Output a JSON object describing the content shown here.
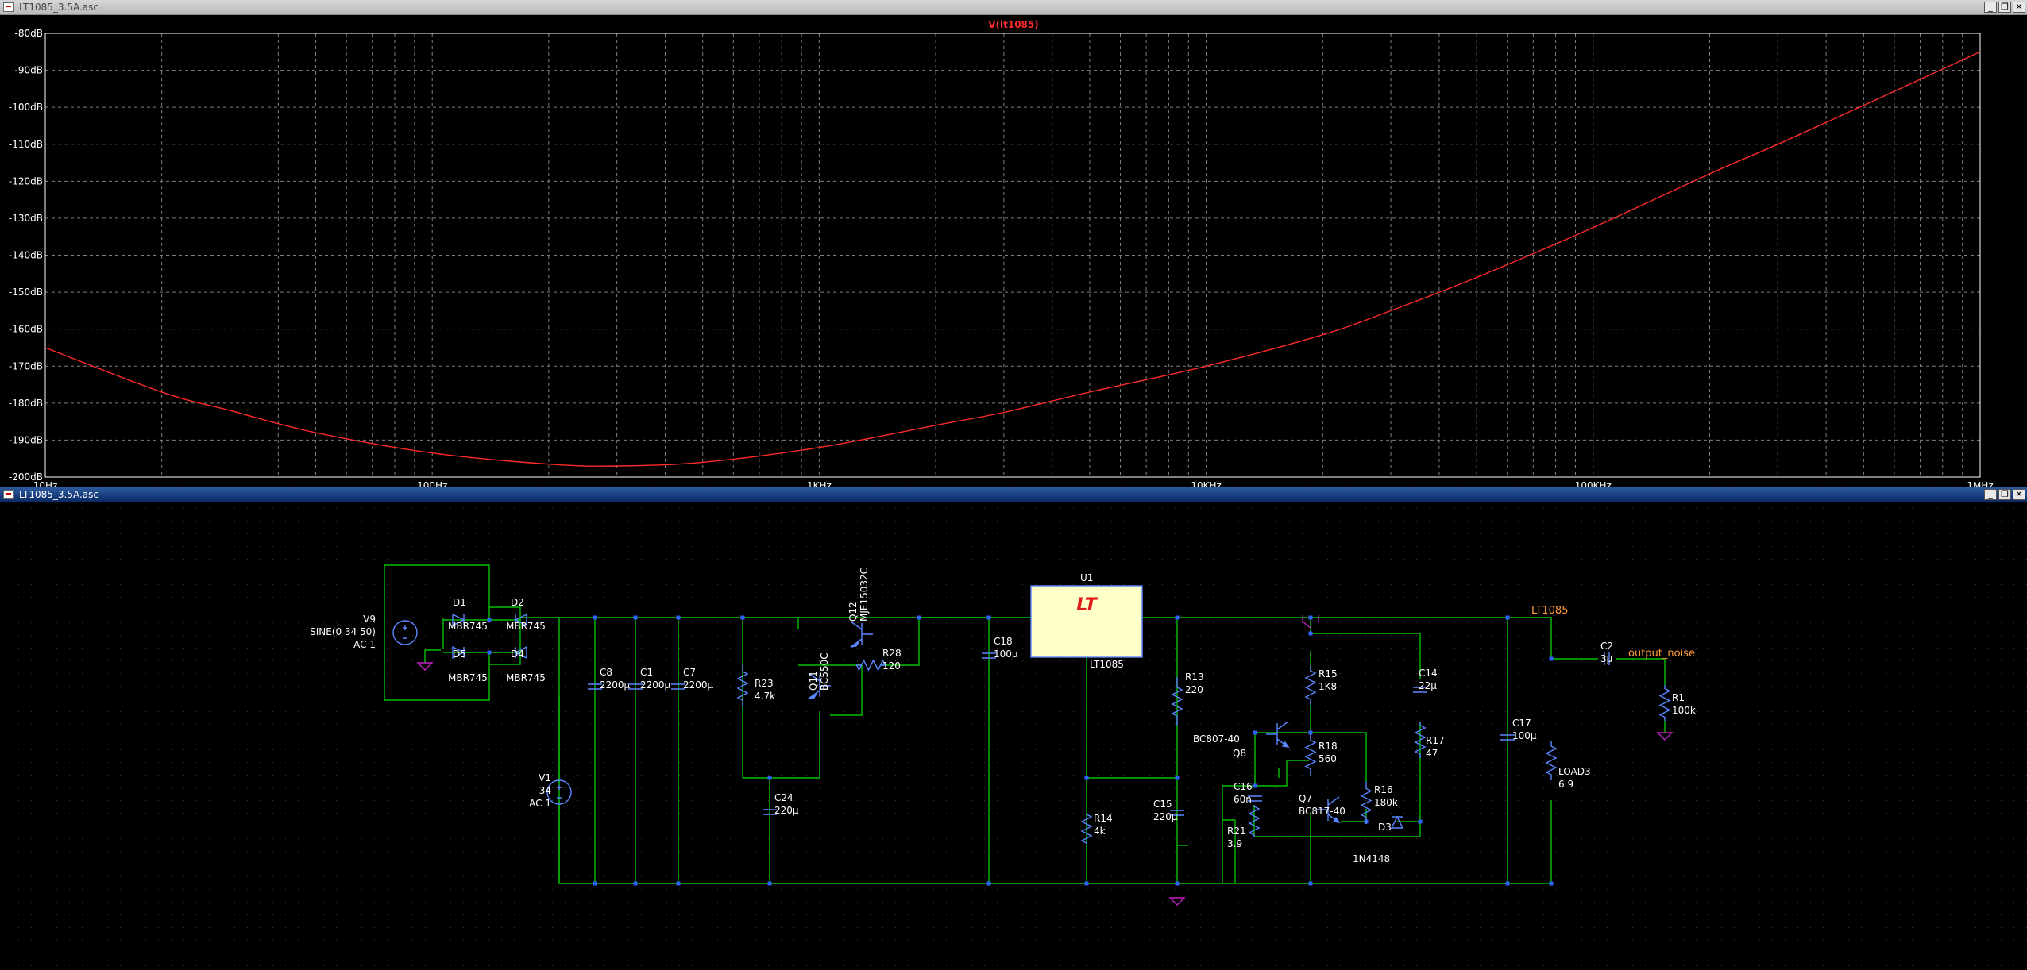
{
  "plot_window": {
    "title": "LT1085_3.5A.asc",
    "trace_label": "V(lt1085)",
    "controls": {
      "minimize": "_",
      "restore": "❐",
      "close": "✕"
    }
  },
  "chart_data": {
    "type": "line",
    "title": "V(lt1085)",
    "xscale": "log",
    "xlim": [
      10,
      1000000
    ],
    "ylim": [
      -200,
      -80
    ],
    "grid": true,
    "x_tick_labels": [
      "10Hz",
      "100Hz",
      "1KHz",
      "10KHz",
      "100KHz",
      "1MHz"
    ],
    "y_tick_labels": [
      "-80dB",
      "-90dB",
      "-100dB",
      "-110dB",
      "-120dB",
      "-130dB",
      "-140dB",
      "-150dB",
      "-160dB",
      "-170dB",
      "-180dB",
      "-190dB",
      "-200dB"
    ],
    "series": [
      {
        "color": "#ff2a2a",
        "x": [
          10,
          20,
          30,
          50,
          100,
          200,
          300,
          500,
          1000,
          2000,
          3000,
          5000,
          10000,
          20000,
          30000,
          50000,
          100000,
          200000,
          300000,
          500000,
          1000000
        ],
        "y": [
          -165,
          -177,
          -182,
          -188,
          -193.5,
          -196.5,
          -197,
          -196,
          -192,
          -186,
          -182.5,
          -177,
          -170,
          -161.5,
          -155,
          -146,
          -132.5,
          -118,
          -110,
          -99.5,
          -85
        ]
      }
    ],
    "colors": {
      "background": "#000000",
      "grid": "#808080",
      "axis_text": "#ffffff"
    }
  },
  "schematic_window": {
    "title": "LT1085_3.5A.asc",
    "controls": {
      "minimize": "_",
      "restore": "❐",
      "close": "✕"
    },
    "colors": {
      "wire": "#00c000",
      "component": "#5a86ff",
      "text": "#ffffff",
      "junction": "#3060ff",
      "label": "#ff9c3c",
      "ic_fill": "#ffffc8",
      "ic_logo": "#e01818",
      "ground": "#c020c0"
    },
    "parts": {
      "V9": {
        "name": "V9",
        "value1": "SINE(0 34 50)",
        "value2": "AC 1"
      },
      "V1": {
        "name": "V1",
        "value1": "34",
        "value2": "AC 1"
      },
      "D1": {
        "name": "D1",
        "value": "MBR745"
      },
      "D2": {
        "name": "D2",
        "value": "MBR745"
      },
      "D5": {
        "name": "D5",
        "value": "MBR745"
      },
      "D4": {
        "name": "D4",
        "value": "MBR745"
      },
      "C8": {
        "name": "C8",
        "value": "2200µ"
      },
      "C1": {
        "name": "C1",
        "value": "2200µ"
      },
      "C7": {
        "name": "C7",
        "value": "2200µ"
      },
      "R23": {
        "name": "R23",
        "value": "4.7k"
      },
      "C24": {
        "name": "C24",
        "value": "220µ"
      },
      "Q11": {
        "name": "Q11",
        "value": "BC550C"
      },
      "Q12": {
        "name": "Q12",
        "value": "MJE15032C"
      },
      "R28": {
        "name": "R28",
        "value": "120"
      },
      "C18": {
        "name": "C18",
        "value": "100µ"
      },
      "U1": {
        "name": "U1",
        "value": "LT1085"
      },
      "R14": {
        "name": "R14",
        "value": "4k"
      },
      "R13": {
        "name": "R13",
        "value": "220"
      },
      "C15": {
        "name": "C15",
        "value": "220µ"
      },
      "Q8": {
        "name": "Q8",
        "value": "BC807-40"
      },
      "C16": {
        "name": "C16",
        "value": "60n"
      },
      "R21": {
        "name": "R21",
        "value": "3.9"
      },
      "R15": {
        "name": "R15",
        "value": "1K8"
      },
      "R18": {
        "name": "R18",
        "value": "560"
      },
      "Q7": {
        "name": "Q7",
        "value": "BC817-40"
      },
      "R16": {
        "name": "R16",
        "value": "180k"
      },
      "D3": {
        "name": "D3",
        "value": "1N4148"
      },
      "C14": {
        "name": "C14",
        "value": "22µ"
      },
      "R17": {
        "name": "R17",
        "value": "47"
      },
      "C17": {
        "name": "C17",
        "value": "100µ"
      },
      "LOAD3": {
        "name": "LOAD3",
        "value": "6.9"
      },
      "C2": {
        "name": "C2",
        "value": "3µ"
      },
      "R1": {
        "name": "R1",
        "value": "100k"
      }
    },
    "net_labels": {
      "lt1085": "LT1085",
      "output_noise": "output_noise"
    }
  }
}
